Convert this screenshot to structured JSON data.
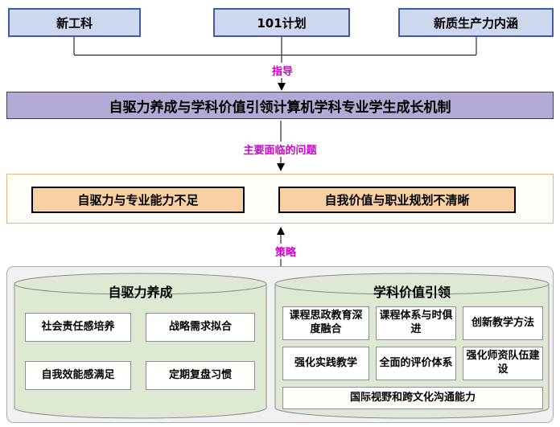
{
  "top_boxes": [
    {
      "label": "新工科"
    },
    {
      "label": "101计划"
    },
    {
      "label": "新质生产力内涵"
    }
  ],
  "connectors": {
    "guide_label": "指导",
    "problem_label": "主要面临的问题",
    "strategy_label": "策略"
  },
  "mechanism": {
    "title": "自驱力养成与学科价值引领计算机学科专业学生成长机制"
  },
  "problems": [
    {
      "label": "自驱力与专业能力不足"
    },
    {
      "label": "自我价值与职业规划不清晰"
    }
  ],
  "strategy_groups": {
    "left": {
      "title": "自驱力养成",
      "items": [
        {
          "label": "社会责任感培养"
        },
        {
          "label": "战略需求拟合"
        },
        {
          "label": "自我效能感满足"
        },
        {
          "label": "定期复盘习惯"
        }
      ]
    },
    "right": {
      "title": "学科价值引领",
      "items": [
        {
          "label": "课程思政教育深度融合"
        },
        {
          "label": "课程体系与时俱进"
        },
        {
          "label": "创新教学方法"
        },
        {
          "label": "强化实践教学"
        },
        {
          "label": "全面的评价体系"
        },
        {
          "label": "强化师资队伍建设"
        }
      ],
      "wide_item": {
        "label": "国际视野和跨文化沟通能力"
      }
    }
  },
  "colors": {
    "top_box_bg": "#cdd7ee",
    "top_box_border": "#3c5ca6",
    "mechanism_bg": "#b3a9d4",
    "connector_label": "#cc00cc",
    "problem_box_bg": "#f9d0a4",
    "problems_panel_border": "#e2b383",
    "panel_bg": "#f1f1f1",
    "cylinder_bg": "#dde9d3"
  }
}
